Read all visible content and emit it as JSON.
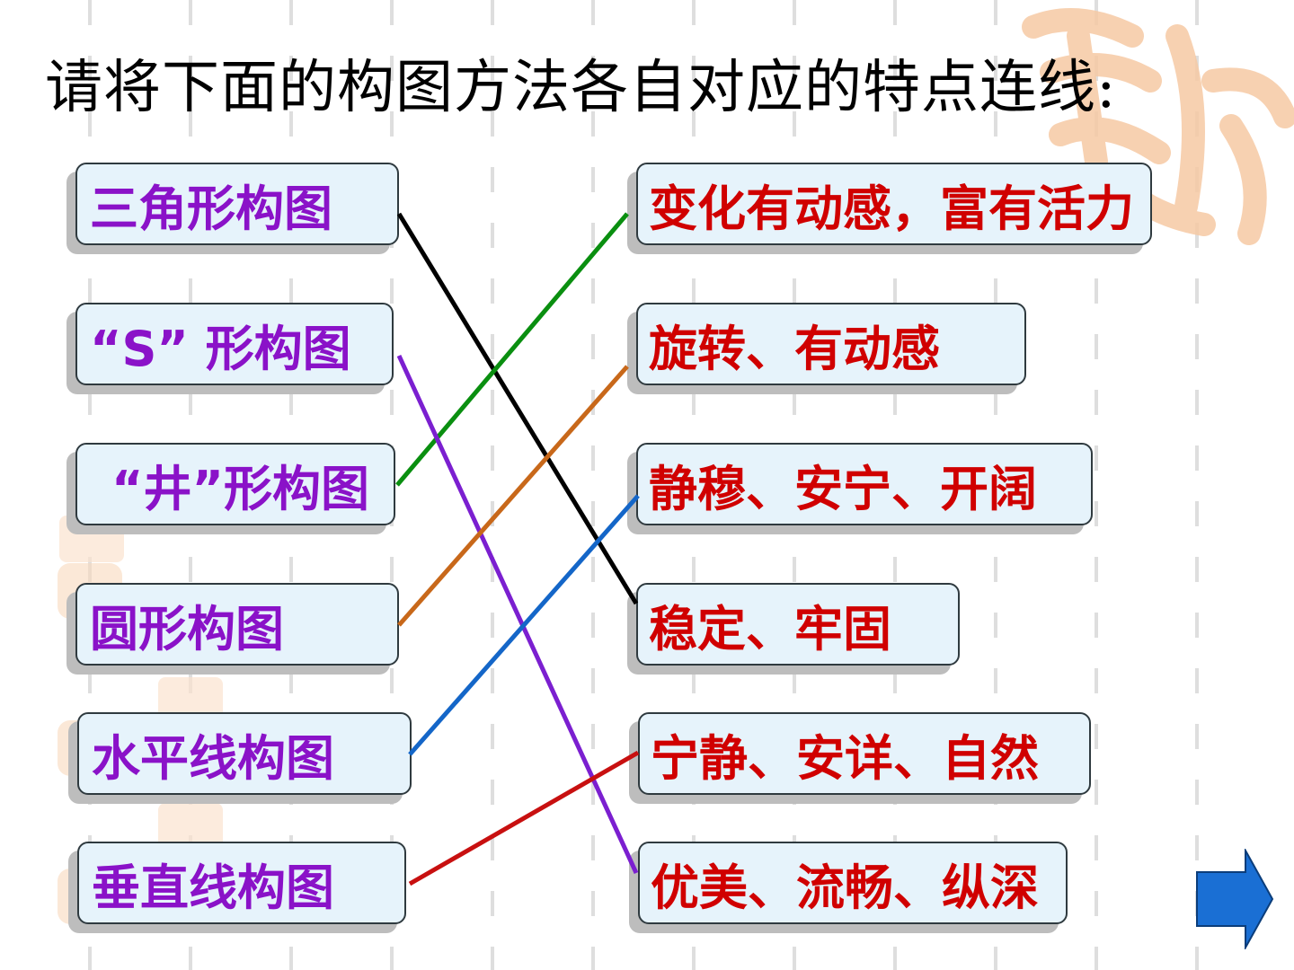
{
  "title": "请将下面的构图方法各自对应的特点连线:",
  "colors": {
    "left_text": "#8a12c8",
    "right_text": "#d00000",
    "box_fill": "#e6f3fb",
    "line_black": "#000000",
    "line_green": "#0a8f10",
    "line_purple": "#7b1fd0",
    "line_orange": "#c8681a",
    "line_blue": "#1466c8",
    "line_red": "#c81010",
    "arrow": "#1a6fd4"
  },
  "left_items": [
    {
      "label": "三角形构图"
    },
    {
      "label": "“S” 形构图"
    },
    {
      "label": "“井”形构图"
    },
    {
      "label": "圆形构图"
    },
    {
      "label": "水平线构图"
    },
    {
      "label": "垂直线构图"
    }
  ],
  "right_items": [
    {
      "label": "变化有动感，富有活力"
    },
    {
      "label": "旋转、有动感"
    },
    {
      "label": "静穆、安宁、开阔"
    },
    {
      "label": "稳定、牢固"
    },
    {
      "label": "宁静、安详、自然"
    },
    {
      "label": "优美、流畅、纵深"
    }
  ],
  "icons": {
    "next": "next-arrow-icon",
    "watermark": "calligraphy-watermark-icon",
    "seal": "seal-stamp-icon"
  }
}
